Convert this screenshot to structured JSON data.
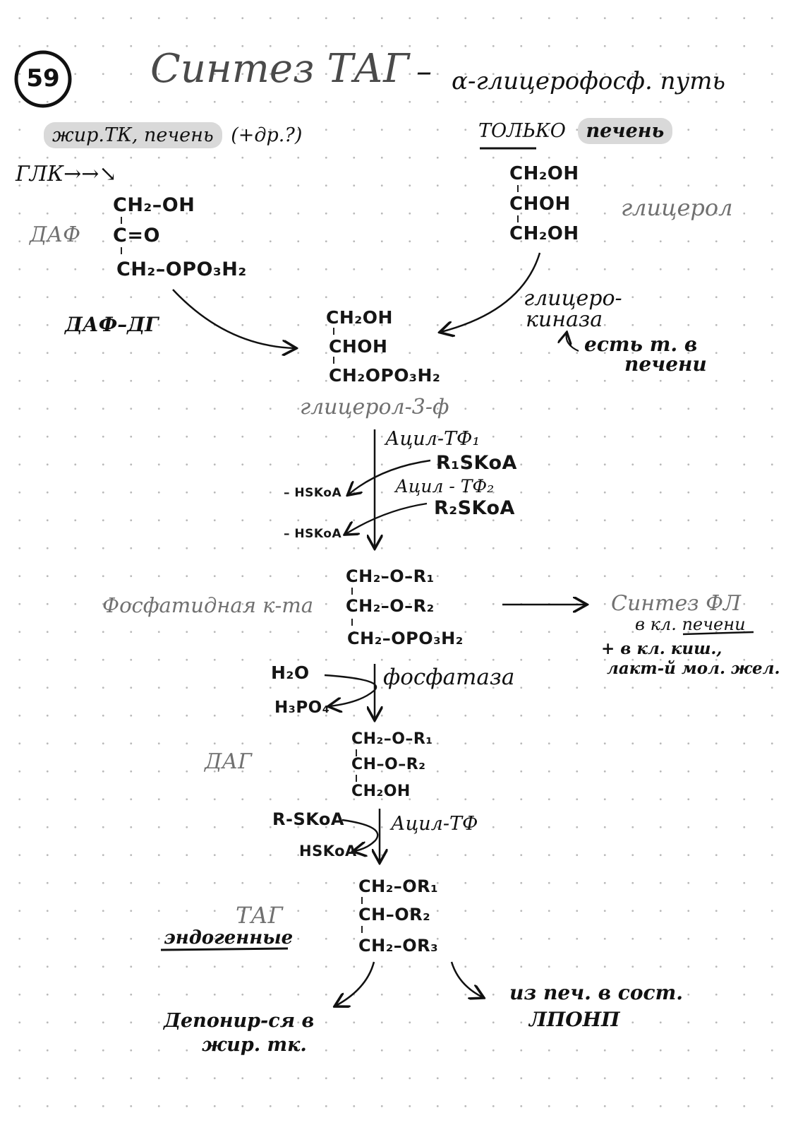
{
  "header": {
    "number": "59",
    "title": "Синтез ТАГ",
    "dash": "–",
    "subtitle": "α-глицерофосф. путь"
  },
  "left_branch": {
    "tissues": "жир.ТК, печень",
    "tissues_note": "(+др.?)",
    "source": "ГЛК→→↘",
    "daf_label": "ДАФ",
    "daf_formula": [
      "CH₂–OH",
      "C=O",
      "CH₂–OPO₃H₂"
    ],
    "enzyme": "ДАФ–ДГ"
  },
  "right_branch": {
    "only": "ТОЛЬКО",
    "liver": "печень",
    "glycerol_formula": [
      "CH₂OH",
      "CHOH",
      "CH₂OH"
    ],
    "glycerol_label": "глицерол",
    "enzyme": "глицеро-\nкиназа",
    "enzyme_line1": "глицеро-",
    "enzyme_line2": "киназа",
    "note_line1": "есть т. в",
    "note_line2": "печени"
  },
  "glycerol3p": {
    "formula": [
      "CH₂OH",
      "CHOH",
      "CH₂OPO₃H₂"
    ],
    "label": "глицерол-3-ф"
  },
  "acylation": {
    "enzyme1": "Ацил-ТФ₁",
    "substrate1": "R₁SKoA",
    "product1": "– HSKoA",
    "enzyme2": "Ацил - ТФ₂",
    "substrate2": "R₂SKoA",
    "product2": "– HSKoA"
  },
  "phosphatidic": {
    "label": "Фосфатидная к-та",
    "formula": [
      "CH₂–O–R₁",
      "CH₂–O–R₂",
      "CH₂–OPO₃H₂"
    ],
    "side_title": "Синтез ФЛ",
    "side_where": "в кл. печени",
    "side_note1": "+ в кл. киш.,",
    "side_note2": "лакт-й мол. жел."
  },
  "phosphatase": {
    "water": "H₂O",
    "acid": "H₃PO₄",
    "enzyme": "фосфатаза"
  },
  "dag": {
    "label": "ДАГ",
    "formula": [
      "CH₂–O–R₁",
      "CH–O–R₂",
      "CH₂OH"
    ]
  },
  "acyl3": {
    "substrate": "R-SKoA",
    "product": "HSKoA",
    "enzyme": "Ацил-ТФ"
  },
  "tag": {
    "label": "ТАГ",
    "sublabel": "эндогенные",
    "formula": [
      "CH₂–OR₁",
      "CH–OR₂",
      "CH₂–OR₃"
    ]
  },
  "outcomes": {
    "left_line1": "Депонир-ся в",
    "left_line2": "жир. тк.",
    "right_line1": "из печ. в сост.",
    "right_line2": "ЛПОНП"
  }
}
